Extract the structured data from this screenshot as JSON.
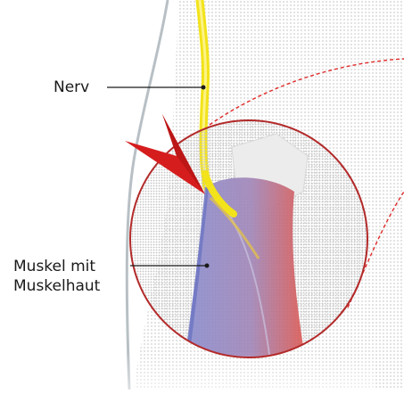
{
  "labels": {
    "nerve": "Nerv",
    "muscle_line1": "Muskel mit",
    "muscle_line2": "Muskelhaut"
  },
  "colors": {
    "nerve": "#f2e31a",
    "muscle_fascia": "#7f86c6",
    "muscle_red": "#d8504a",
    "magnifier_circle": "#b32a2a",
    "arrow": "#d61d1d",
    "dashed_line": "#e02a2a",
    "skin_outline": "#9aa5ad",
    "dotted_background": "#d8d8d8"
  }
}
